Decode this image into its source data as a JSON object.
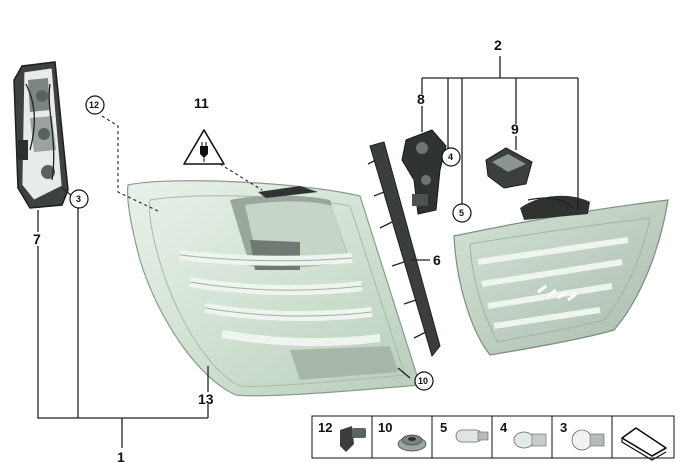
{
  "callouts": {
    "l1": "1",
    "l2": "2",
    "l3a": "3",
    "l3b": "3",
    "l4": "4",
    "l5": "5",
    "l6": "6",
    "l7": "7",
    "l8": "8",
    "l9": "9",
    "l10": "10",
    "l11": "11",
    "l12": "12",
    "l13": "13"
  },
  "parts_strip": [
    {
      "label": "12",
      "icon": "plastic-rivet-icon"
    },
    {
      "label": "10",
      "icon": "hex-nut-icon"
    },
    {
      "label": "5",
      "icon": "capsule-bulb-icon"
    },
    {
      "label": "4",
      "icon": "wedge-bulb-icon"
    },
    {
      "label": "3",
      "icon": "ball-bulb-icon"
    },
    {
      "label": "",
      "icon": "bracket-symbol-icon"
    }
  ],
  "colors": {
    "lens_tint": "#cfe0d0",
    "lens_dark": "#6e7a72",
    "housing": "#4a4f4c",
    "outline": "#222222"
  }
}
